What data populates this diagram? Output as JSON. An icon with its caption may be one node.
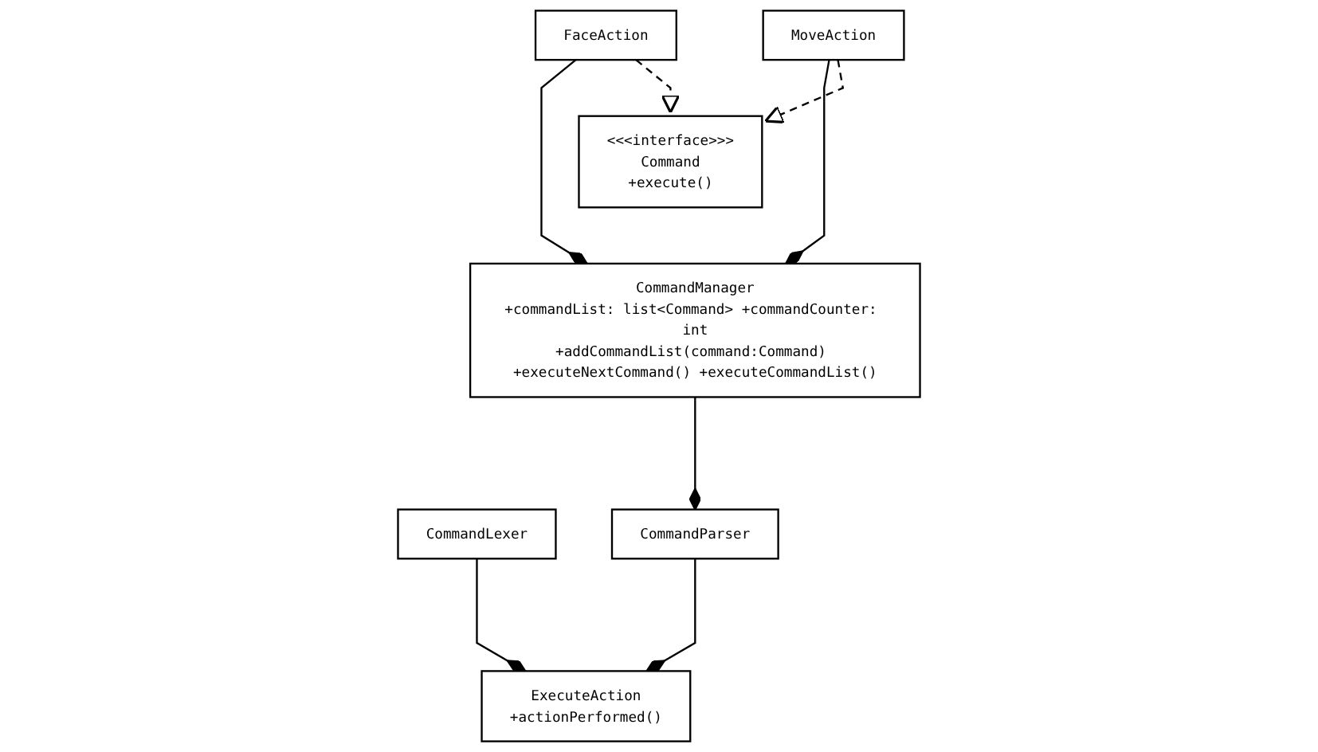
{
  "diagram": {
    "nodes": [
      {
        "text": [
          "ExecuteAction",
          "+actionPerformed()"
        ]
      },
      {
        "text": [
          "CommandLexer"
        ]
      },
      {
        "text": [
          "CommandParser"
        ]
      },
      {
        "text": [
          "CommandManager",
          "+commandList: list<Command> +commandCounter: int",
          "+addCommandList(command:Command) +executeNextCommand() +executeCommandList()"
        ]
      },
      {
        "text": [
          "FaceAction"
        ]
      },
      {
        "text": [
          "MoveAction"
        ]
      },
      {
        "text": [
          "<<<interface>>>",
          "Command",
          "+execute()"
        ]
      }
    ],
    "edges": [
      {
        "from": 1,
        "to": 0,
        "arrow": "other"
      },
      {
        "from": 2,
        "to": 0,
        "arrow": "other"
      },
      {
        "from": 3,
        "to": 2,
        "arrow": "other"
      },
      {
        "from": 4,
        "to": 3,
        "arrow": "other"
      },
      {
        "from": 5,
        "to": 3,
        "arrow": "other"
      },
      {
        "from": 5,
        "to": 6,
        "arrow": "to",
        "style": "dashed"
      },
      {
        "from": 4,
        "to": 6,
        "arrow": "to",
        "style": "dashed"
      }
    ]
  }
}
